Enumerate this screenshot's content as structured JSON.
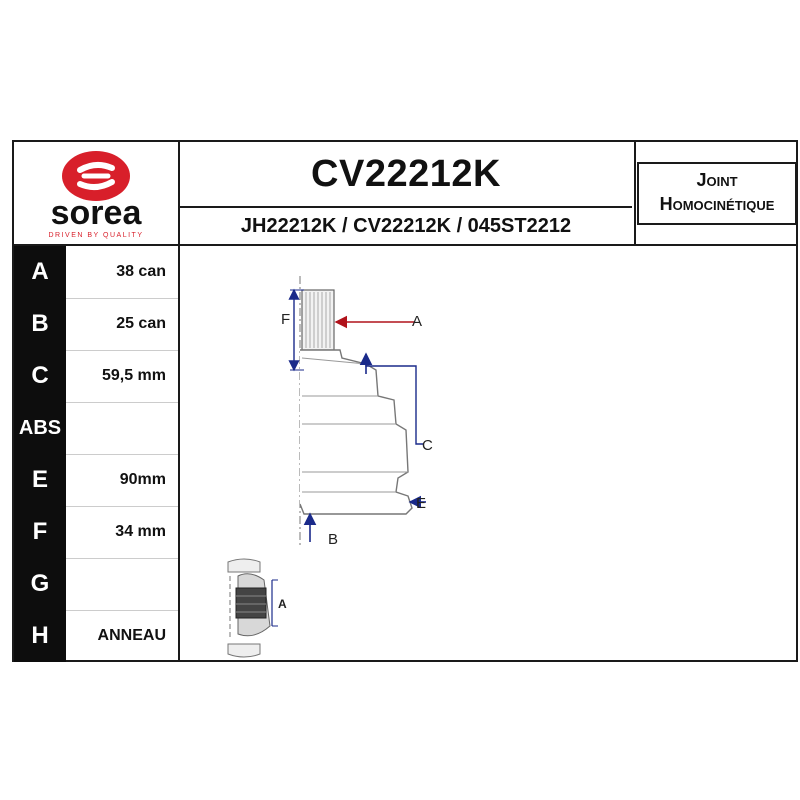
{
  "brand": {
    "name": "sorea",
    "tagline": "DRIVEN BY QUALITY",
    "colors": {
      "primary": "#d81f2a",
      "text": "#111111"
    }
  },
  "product": {
    "reference": "CV22212K",
    "cross_references": "JH22212K / CV22212K / 045ST2212",
    "type_line1": "Joint",
    "type_line2": "Homocinétique"
  },
  "specs": [
    {
      "letter": "A",
      "value": "38 can"
    },
    {
      "letter": "B",
      "value": "25 can"
    },
    {
      "letter": "C",
      "value": "59,5 mm"
    },
    {
      "letter": "ABS",
      "value": ""
    },
    {
      "letter": "E",
      "value": "90mm"
    },
    {
      "letter": "F",
      "value": "34 mm"
    },
    {
      "letter": "G",
      "value": ""
    },
    {
      "letter": "H",
      "value": "ANNEAU"
    }
  ],
  "drawing": {
    "label_a": "A",
    "label_b": "B",
    "label_c": "C",
    "label_e": "E",
    "label_f": "F",
    "detail_label_a": "A",
    "colors": {
      "arrow_red": "#b0121b",
      "arrow_blue": "#1a2a8a",
      "line": "#555555"
    }
  }
}
